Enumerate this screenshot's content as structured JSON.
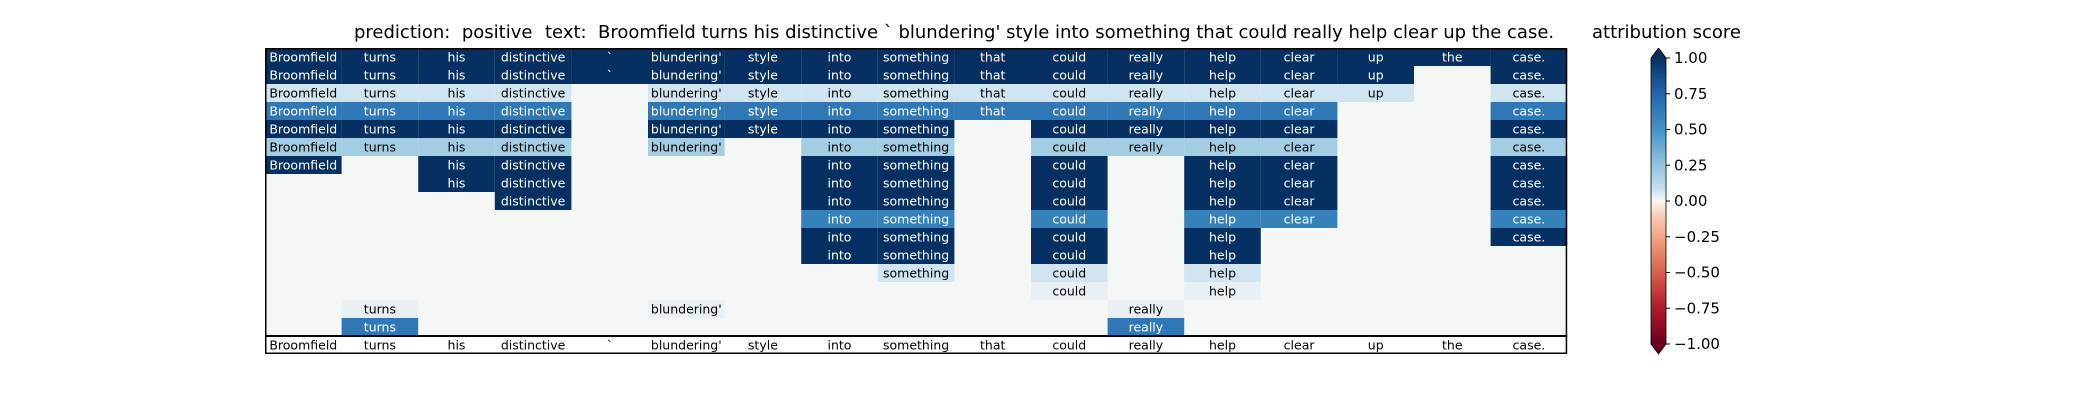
{
  "header": {
    "prediction_label": "prediction:  positive",
    "text_label": "text:  Broomfield turns his distinctive ` blundering' style into something that could really help clear up the case.",
    "colorbar_title": "attribution score"
  },
  "chart_data": {
    "type": "heatmap",
    "tokens": [
      "Broomfield",
      "turns",
      "his",
      "distinctive",
      "`",
      "blundering'",
      "style",
      "into",
      "something",
      "that",
      "could",
      "really",
      "help",
      "clear",
      "up",
      "the",
      "case."
    ],
    "rows": [
      [
        1,
        1,
        1,
        1,
        1,
        1,
        1,
        1,
        1,
        1,
        1,
        1,
        1,
        1,
        1,
        1,
        1
      ],
      [
        1,
        1,
        1,
        1,
        1,
        1,
        1,
        1,
        1,
        1,
        1,
        1,
        1,
        1,
        1,
        null,
        1
      ],
      [
        0.05,
        0.05,
        0.05,
        0.05,
        null,
        0.05,
        0.05,
        0.05,
        0.05,
        0.05,
        0.05,
        0.05,
        0.05,
        0.05,
        0.05,
        null,
        0.05
      ],
      [
        0.65,
        0.65,
        0.65,
        0.65,
        null,
        0.65,
        0.65,
        0.65,
        0.65,
        0.65,
        0.65,
        0.65,
        0.65,
        0.65,
        null,
        null,
        0.65
      ],
      [
        1,
        1,
        1,
        1,
        null,
        1,
        1,
        1,
        1,
        null,
        1,
        1,
        1,
        1,
        null,
        null,
        1
      ],
      [
        0.2,
        0.2,
        0.2,
        0.2,
        null,
        0.2,
        null,
        0.2,
        0.2,
        null,
        0.2,
        0.2,
        0.2,
        0.2,
        null,
        null,
        0.2
      ],
      [
        1,
        null,
        1,
        1,
        null,
        null,
        null,
        1,
        1,
        null,
        1,
        null,
        1,
        1,
        null,
        null,
        1
      ],
      [
        null,
        null,
        1,
        1,
        null,
        null,
        null,
        1,
        1,
        null,
        1,
        null,
        1,
        1,
        null,
        null,
        1
      ],
      [
        null,
        null,
        null,
        1,
        null,
        null,
        null,
        1,
        1,
        null,
        1,
        null,
        1,
        1,
        null,
        null,
        1
      ],
      [
        null,
        null,
        null,
        null,
        null,
        null,
        null,
        0.6,
        0.6,
        null,
        0.6,
        null,
        0.6,
        0.6,
        null,
        null,
        0.6
      ],
      [
        null,
        null,
        null,
        null,
        null,
        null,
        null,
        1,
        1,
        null,
        1,
        null,
        1,
        null,
        null,
        null,
        1
      ],
      [
        null,
        null,
        null,
        null,
        null,
        null,
        null,
        1,
        1,
        null,
        1,
        null,
        1,
        null,
        null,
        null,
        null
      ],
      [
        null,
        null,
        null,
        null,
        null,
        null,
        null,
        null,
        0.05,
        null,
        0.05,
        null,
        0.05,
        null,
        null,
        null,
        null
      ],
      [
        null,
        null,
        null,
        null,
        null,
        null,
        null,
        null,
        null,
        null,
        0.02,
        null,
        0.02,
        null,
        null,
        null,
        null
      ],
      [
        null,
        0.02,
        null,
        null,
        null,
        0.02,
        null,
        null,
        null,
        null,
        null,
        0.02,
        null,
        null,
        null,
        null,
        null
      ],
      [
        null,
        0.65,
        null,
        null,
        null,
        null,
        null,
        null,
        null,
        null,
        null,
        0.65,
        null,
        null,
        null,
        null,
        null
      ]
    ],
    "bottom_row": [
      "Broomfield",
      "turns",
      "his",
      "distinctive",
      "`",
      "blundering'",
      "style",
      "into",
      "something",
      "that",
      "could",
      "really",
      "help",
      "clear",
      "up",
      "the",
      "case."
    ],
    "colorbar": {
      "label": "attribution score",
      "range": [
        -1,
        1
      ],
      "ticks": [
        "1.00",
        "0.75",
        "0.50",
        "0.25",
        "0.00",
        "−0.25",
        "−0.50",
        "−0.75",
        "−1.00"
      ],
      "tick_values": [
        1,
        0.75,
        0.5,
        0.25,
        0,
        -0.25,
        -0.5,
        -0.75,
        -1
      ],
      "colormap": "RdBu",
      "extend": "both"
    }
  }
}
